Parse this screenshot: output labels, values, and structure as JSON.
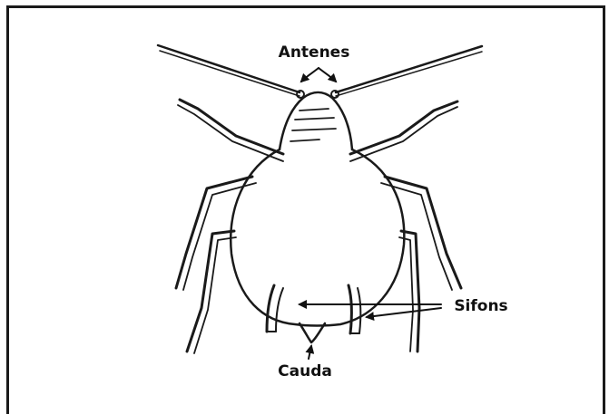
{
  "labels": {
    "antennae": "Antenes",
    "siphons": "Sifons",
    "tail": "Cauda"
  },
  "colors": {
    "ink": "#1a1a1a",
    "paper": "#ffffff"
  }
}
